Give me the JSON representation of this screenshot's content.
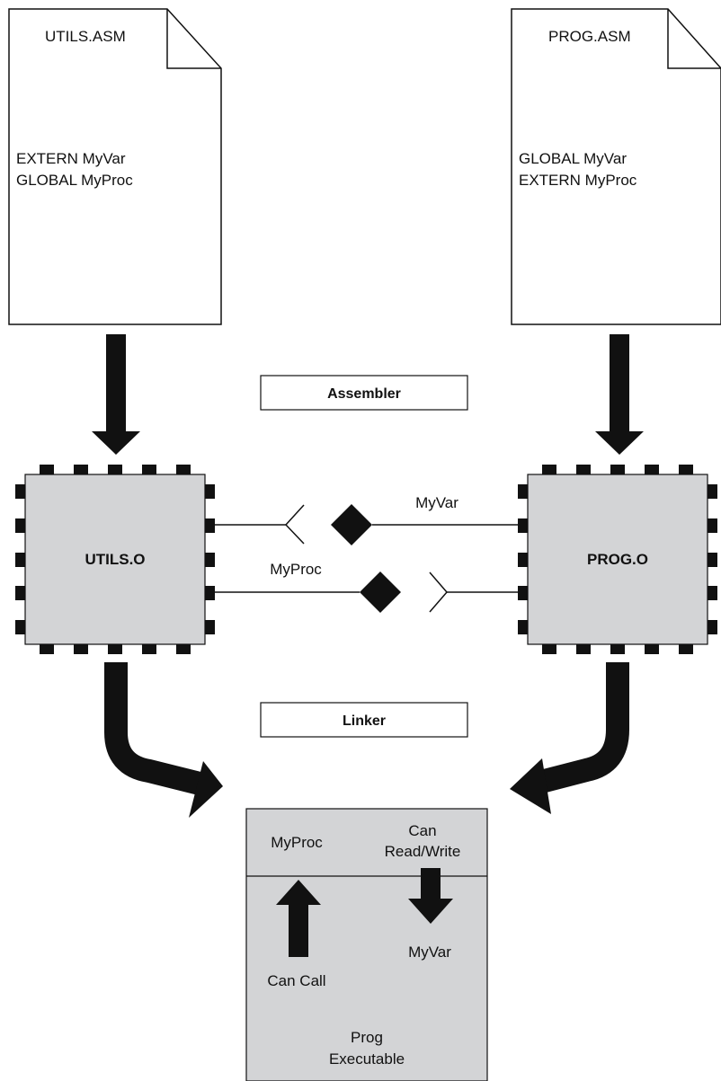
{
  "files": {
    "utils": {
      "name": "UTILS.ASM",
      "line1": "EXTERN MyVar",
      "line2": "GLOBAL MyProc"
    },
    "prog": {
      "name": "PROG.ASM",
      "line1": "GLOBAL MyVar",
      "line2": "EXTERN MyProc"
    }
  },
  "stages": {
    "assembler": "Assembler",
    "linker": "Linker"
  },
  "objects": {
    "utils": "UTILS.O",
    "prog": "PROG.O"
  },
  "connections": {
    "var_label": "MyVar",
    "proc_label": "MyProc"
  },
  "executable": {
    "proc_label": "MyProc",
    "rw_line1": "Can",
    "rw_line2": "Read/Write",
    "call_label": "Can Call",
    "var_label": "MyVar",
    "name_line1": "Prog",
    "name_line2": "Executable"
  },
  "colors": {
    "chip_fill": "#d3d4d6",
    "exe_fill": "#d3d4d6",
    "ink": "#111111",
    "paper": "#ffffff"
  }
}
